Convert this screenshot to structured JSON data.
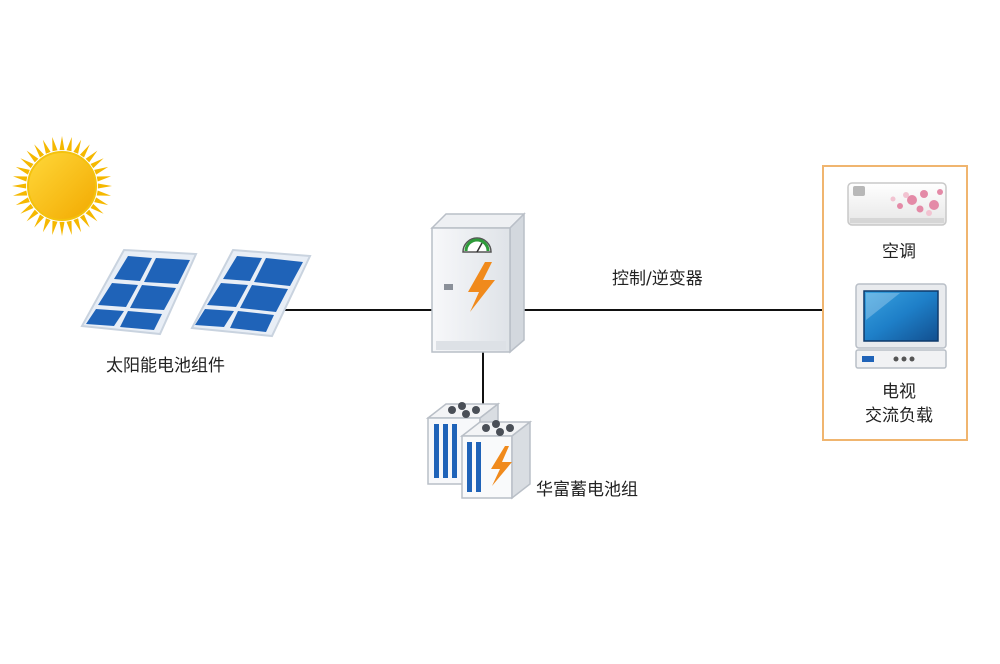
{
  "labels": {
    "solar": "太阳能电池组件",
    "controller": "控制/逆变器",
    "battery": "华富蓄电池组",
    "ac": "空调",
    "tv": "电视",
    "ac_load": "交流负载"
  },
  "icons": [
    "sun-icon",
    "solar-panel-icon",
    "inverter-cabinet-icon",
    "lightning-icon",
    "battery-pack-icon",
    "air-conditioner-icon",
    "television-icon"
  ],
  "colors": {
    "load_box_border": "#f0b56f",
    "sun": "#f5b800",
    "panel_blue": "#1f63b8",
    "lightning": "#f08a1c",
    "connector_line": "#111111"
  }
}
